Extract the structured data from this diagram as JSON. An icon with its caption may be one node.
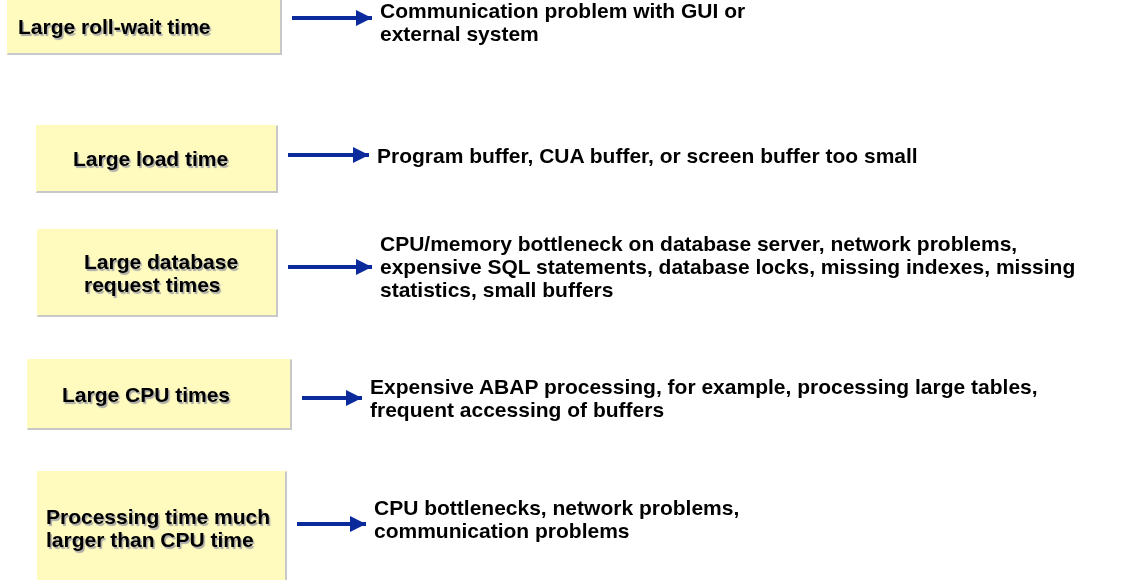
{
  "diagram": {
    "nodes": [
      {
        "text": [
          "Large roll-wait time"
        ]
      },
      {
        "text": [
          "Communication problem with GUI or external system"
        ]
      },
      {
        "text": [
          "Large load time"
        ]
      },
      {
        "text": [
          "Program buffer, CUA buffer, or screen buffer too small"
        ]
      },
      {
        "text": [
          "Large database request times"
        ]
      },
      {
        "text": [
          "CPU/memory bottleneck on database server, network problems, expensive SQL statements, database locks, missing indexes, missing statistics, small buffers"
        ]
      },
      {
        "text": [
          "Large CPU times"
        ]
      },
      {
        "text": [
          "Expensive ABAP processing, for example, processing large tables, frequent accessing of buffers"
        ]
      },
      {
        "text": [
          "Processing time much larger than CPU time"
        ]
      },
      {
        "text": [
          "CPU bottlenecks, network problems, communication problems"
        ]
      }
    ],
    "edges": [
      {
        "from": 0,
        "to": 1,
        "arrow": "to"
      },
      {
        "from": 2,
        "to": 3,
        "arrow": "to"
      },
      {
        "from": 4,
        "to": 5,
        "arrow": "to"
      },
      {
        "from": 6,
        "to": 7,
        "arrow": "to"
      },
      {
        "from": 8,
        "to": 9,
        "arrow": "to"
      }
    ]
  }
}
